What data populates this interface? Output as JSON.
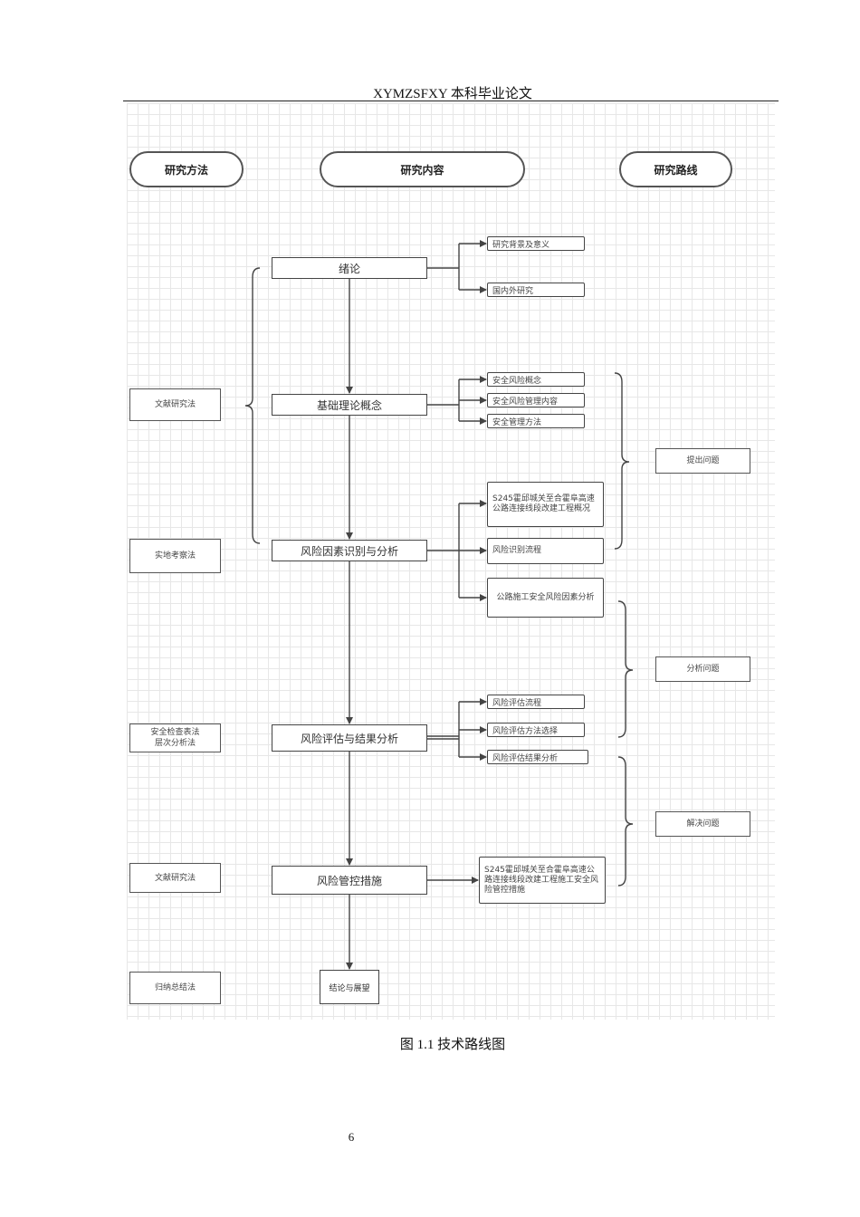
{
  "header": {
    "title": "XYMZSFXY 本科毕业论文"
  },
  "lanes": {
    "methods": "研究方法",
    "content": "研究内容",
    "route": "研究路线"
  },
  "main_steps": [
    "绪论",
    "基础理论概念",
    "风险因素识别与分析",
    "风险评估与结果分析",
    "风险管控措施",
    "结论与展望"
  ],
  "sub_items": {
    "intro": [
      "研究背景及意义",
      "国内外研究"
    ],
    "theory": [
      "安全风险概念",
      "安全风险管理内容",
      "安全管理方法"
    ],
    "risk_id": [
      "S245霍邱城关至合霍阜高速公路连接线段改建工程概况",
      "风险识别流程",
      "公路施工安全风险因素分析"
    ],
    "risk_eval": [
      "风险评估流程",
      "风险评估方法选择",
      "风险评估结果分析"
    ],
    "control": "S245霍邱城关至合霍阜高速公路连接线段改建工程施工安全风险管控措施"
  },
  "methods": {
    "literature": "文献研究法",
    "field": "实地考察法",
    "checklist": "安全检查表法",
    "ahp": "层次分析法",
    "literature2": "文献研究法",
    "induction": "归纳总结法"
  },
  "route": [
    "提出问题",
    "分析问题",
    "解决问题"
  ],
  "caption": "图 1.1  技术路线图",
  "page_number": "6"
}
